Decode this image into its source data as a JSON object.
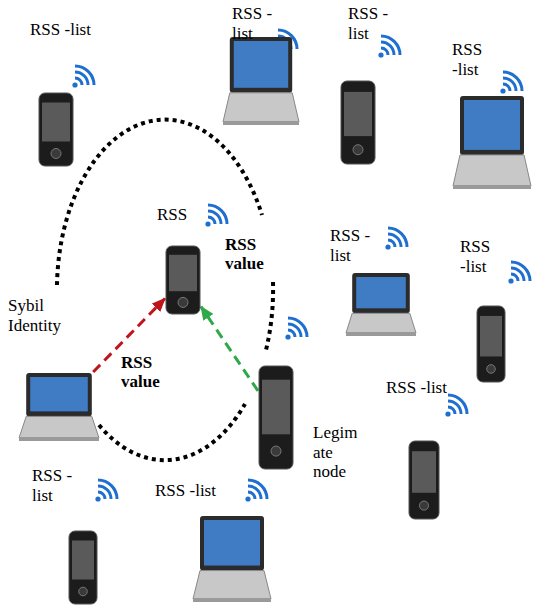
{
  "diagram": {
    "nodes": [
      {
        "text": [
          "RSS -list"
        ]
      },
      {
        "text": [
          "RSS - list"
        ]
      },
      {
        "text": [
          "RSS - list"
        ]
      },
      {
        "text": [
          "RSS -list"
        ]
      },
      {
        "text": [
          "RSS"
        ]
      },
      {
        "text": [
          "RSS - list"
        ]
      },
      {
        "text": [
          "RSS -list"
        ]
      },
      {
        "text": [
          "Sybil Identity"
        ]
      },
      {
        "text": [
          "Legim ate node"
        ]
      },
      {
        "text": [
          "RSS -list"
        ]
      },
      {
        "text": [
          "RSS - list"
        ]
      },
      {
        "text": [
          "RSS -list"
        ]
      }
    ],
    "edges": [
      {
        "from": 7,
        "to": 4,
        "arrow": "to",
        "label": "RSS value"
      },
      {
        "from": 8,
        "to": 4,
        "arrow": "to",
        "label": "RSS value"
      }
    ]
  }
}
